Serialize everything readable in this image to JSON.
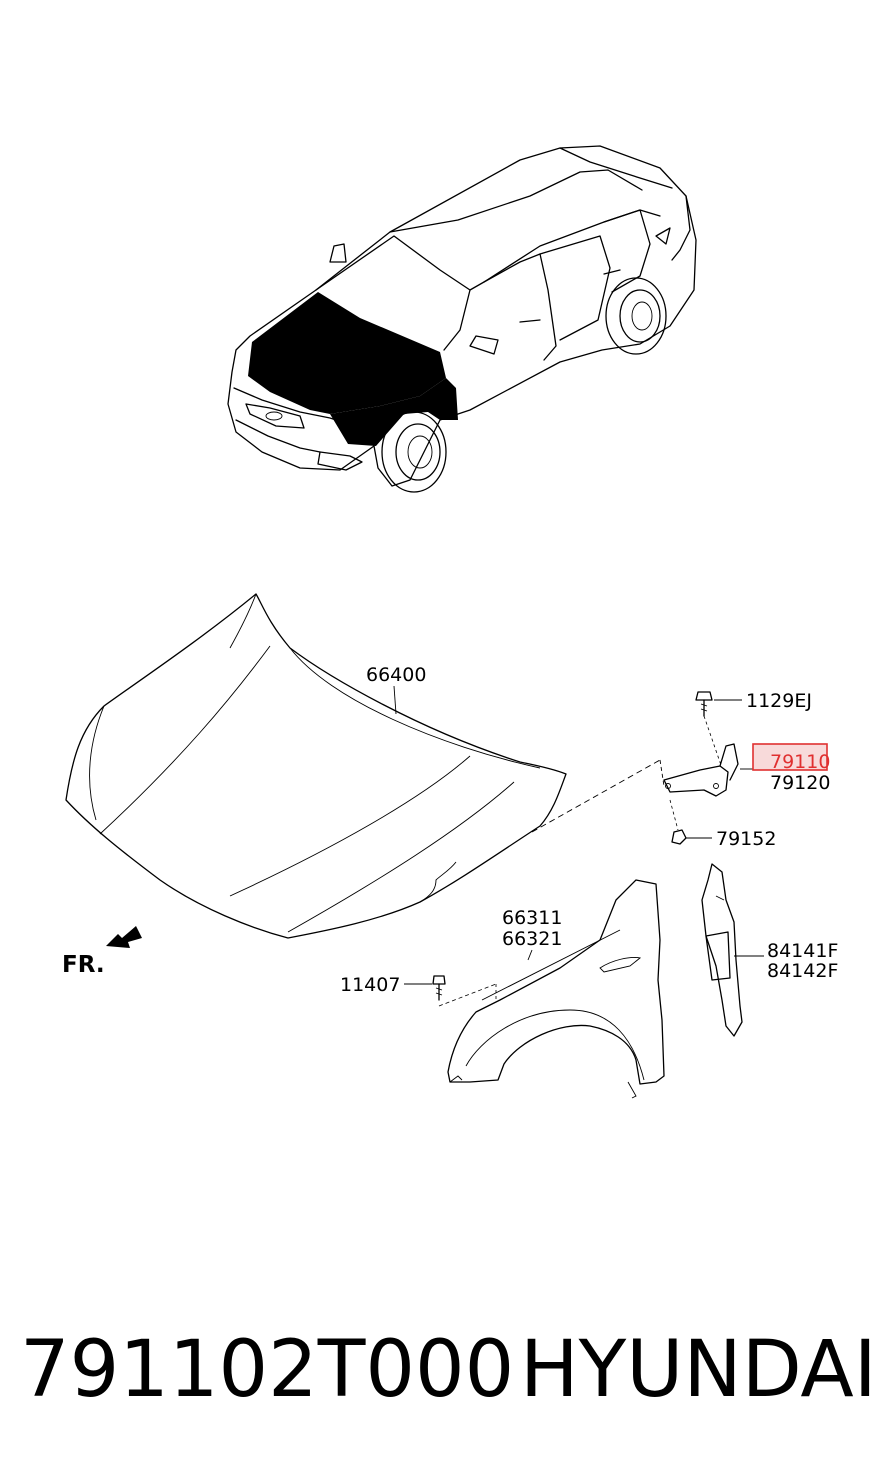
{
  "labels": {
    "hood": "66400",
    "hinge_bolt": "1129EJ",
    "hinge_lh": "79110",
    "hinge_rh": "79120",
    "hinge_nut": "79152",
    "fender_lh": "66311",
    "fender_rh": "66321",
    "fender_bolt": "11407",
    "insulator_lh": "84141F",
    "insulator_rh": "84142F",
    "front_marker": "FR."
  },
  "highlight_color": "#e03030",
  "footer": {
    "part_number": "791102T000",
    "brand": "HYUNDAI"
  }
}
